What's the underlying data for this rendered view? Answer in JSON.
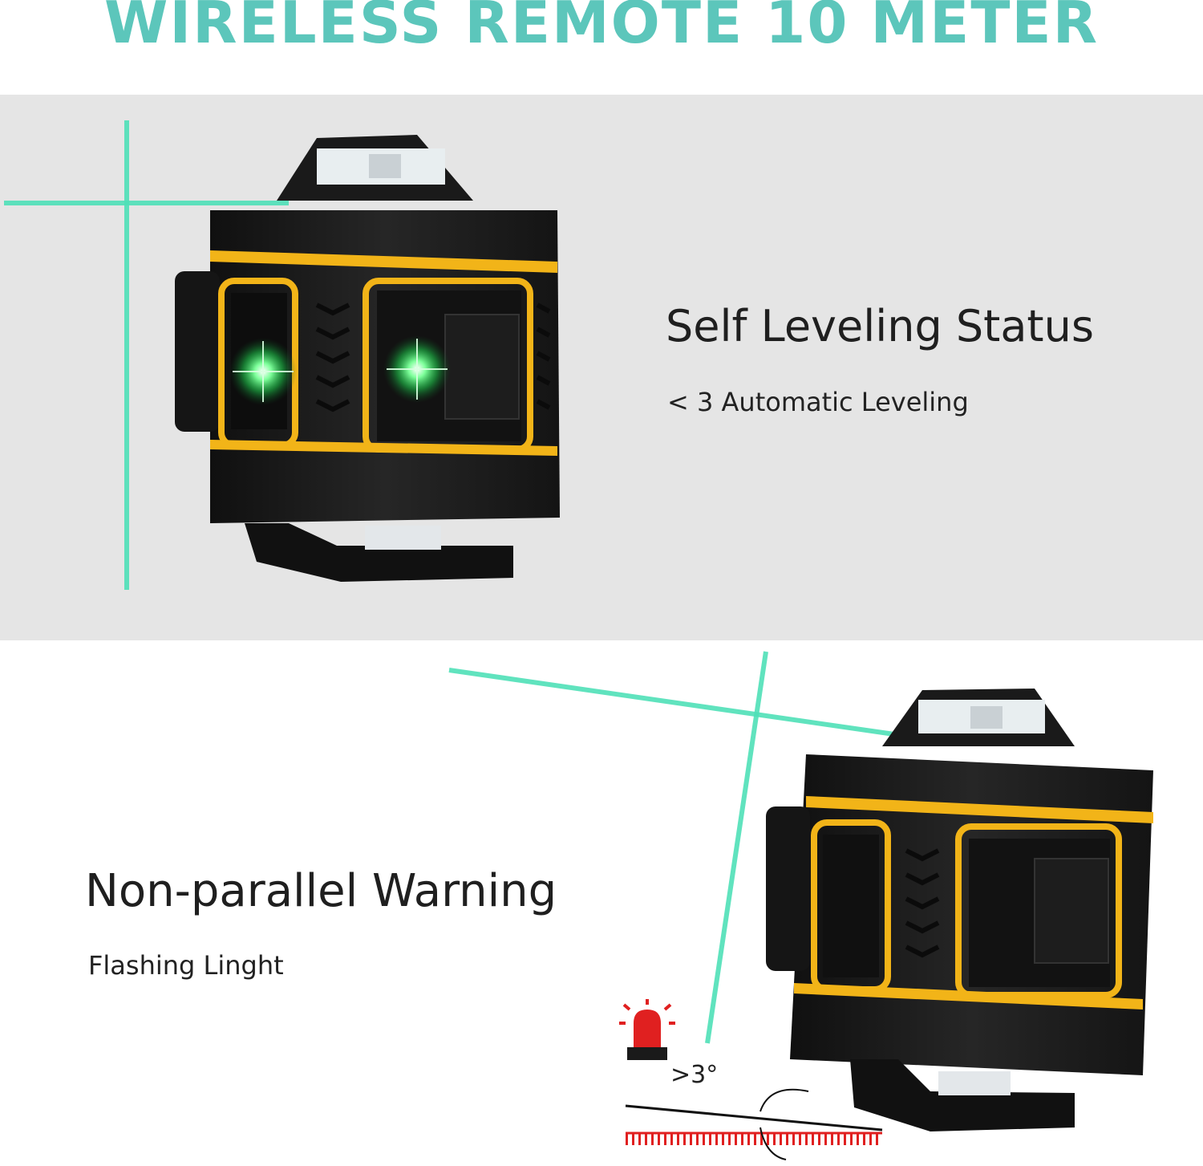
{
  "header": {
    "title": "WIRELESS REMOTE 10 METER"
  },
  "feature_top": {
    "title": "Self Leveling Status",
    "subtitle": "< 3 Automatic Leveling"
  },
  "feature_bottom": {
    "title": "Non-parallel Warning",
    "subtitle": "Flashing Linght",
    "angle_label": ">3°"
  },
  "colors": {
    "accent": "#5cc6bb",
    "laser": "#4fe0b8",
    "device_body": "#1c1c1c",
    "device_trim": "#f2b418",
    "panel_bg": "#e5e5e5",
    "warning_red": "#e02020"
  }
}
